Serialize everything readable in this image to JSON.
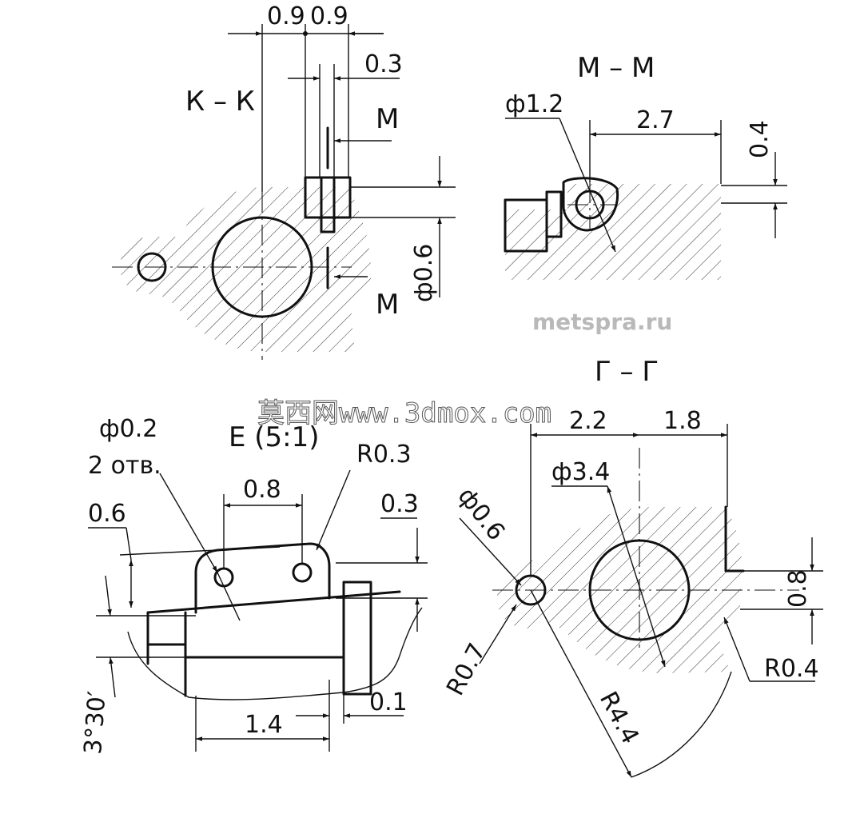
{
  "views": {
    "kk": {
      "title": "К – К",
      "dims": {
        "d1": "0.9",
        "d2": "0.9",
        "d3": "0.3",
        "d4": "М",
        "d5": "М",
        "d6": "ф0.6"
      }
    },
    "mm": {
      "title": "М – М",
      "dims": {
        "d1": "ф1.2",
        "d2": "2.7",
        "d3": "0.4"
      }
    },
    "e": {
      "title": "Е (5:1)",
      "dims": {
        "d1": "ф0.2",
        "d2": "2 отв.",
        "d3": "R0.3",
        "d4": "0.8",
        "d5": "0.6",
        "d6": "0.3",
        "d7": "3°30′",
        "d8": "1.4",
        "d9": "0.1"
      }
    },
    "gg": {
      "title": "Г – Г",
      "dims": {
        "d1": "2.2",
        "d2": "1.8",
        "d3": "ф3.4",
        "d4": "ф0.6",
        "d5": "0.8",
        "d6": "R0.7",
        "d7": "R0.4",
        "d8": "R4.4"
      }
    }
  },
  "watermarks": {
    "w1": "metspra.ru",
    "w2": "莫西网www.3dmox.com"
  }
}
